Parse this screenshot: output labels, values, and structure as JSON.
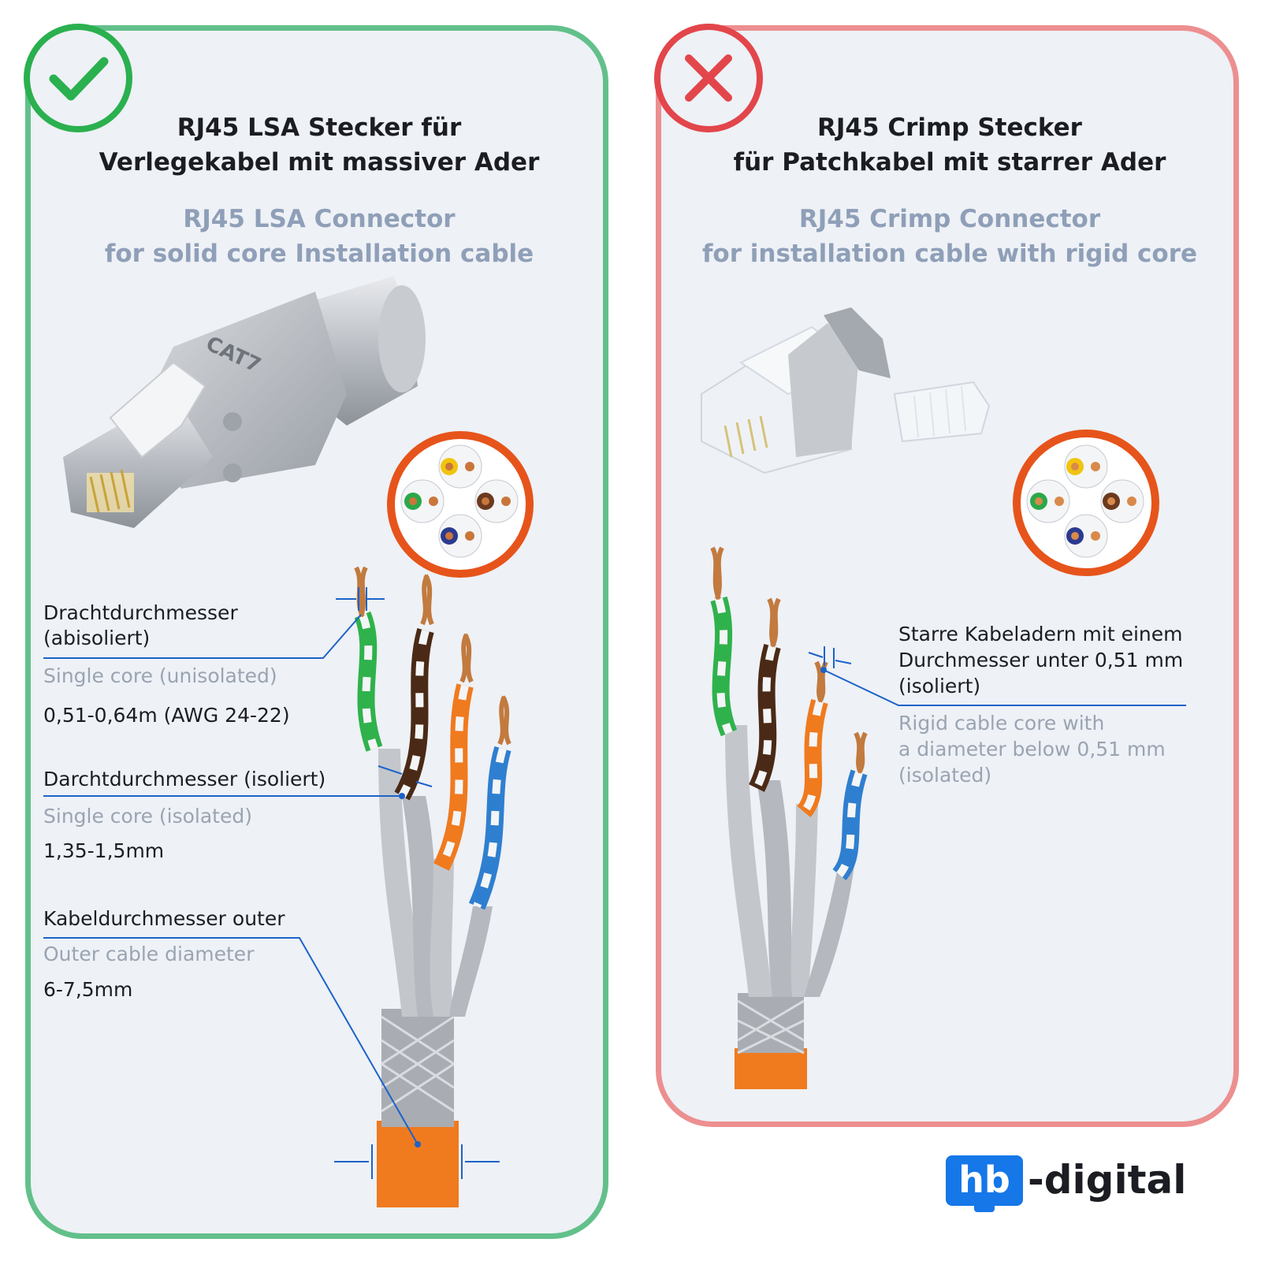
{
  "colors": {
    "good": "#63c08a",
    "good_mark": "#2bb04f",
    "bad": "#ec8f90",
    "bad_mark": "#e2464b",
    "cable_orange": "#f07a1e",
    "measure_blue": "#1c63c8",
    "logo_blue": "#1677e8"
  },
  "left": {
    "status_icon": "checkmark-icon",
    "title": [
      "RJ45 LSA Stecker für",
      "Verlegekabel mit massiver Ader"
    ],
    "subtitle": [
      "RJ45 LSA Connector",
      "for solid core Installation cable"
    ],
    "connector_marking": "CAT7",
    "wire_label": {
      "de": [
        "Drachtdurchmesser",
        "(abisoliert)"
      ],
      "en": "Single core (unisolated)",
      "value": "0,51-0,64m (AWG 24-22)"
    },
    "insulated_label": {
      "de": "Darchtdurchmesser (isoliert)",
      "en": "Single core (isolated)",
      "value": "1,35-1,5mm"
    },
    "outer_label": {
      "de": "Kabeldurchmesser outer",
      "en": "Outer cable diameter",
      "value": "6-7,5mm"
    }
  },
  "right": {
    "status_icon": "cross-icon",
    "title": [
      "RJ45 Crimp Stecker",
      "für Patchkabel mit starrer Ader"
    ],
    "subtitle": [
      "RJ45 Crimp Connector",
      "for installation cable with rigid core"
    ],
    "rigid_label": {
      "de": [
        "Starre Kabeladern mit einem",
        "Durchmesser unter 0,51 mm",
        "(isoliert)"
      ],
      "en": [
        "Rigid cable core with",
        "a diameter below 0,51 mm",
        "(isolated)"
      ]
    }
  },
  "logo": {
    "box_text": "hb",
    "text": "-digital"
  }
}
